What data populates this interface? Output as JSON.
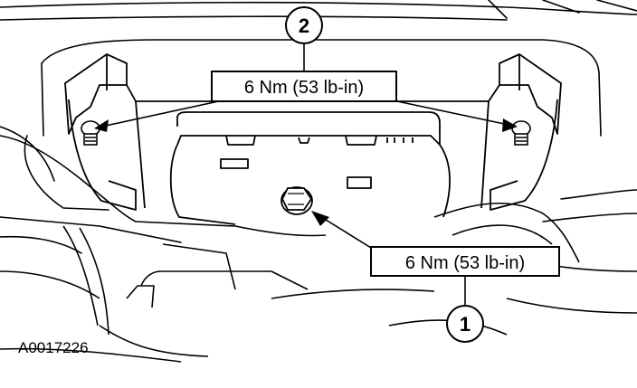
{
  "figure_id": "A0017226",
  "callouts": [
    {
      "number": "2",
      "torque_label": "6 Nm (53 lb-in)"
    },
    {
      "number": "1",
      "torque_label": "6 Nm (53 lb-in)"
    }
  ],
  "colors": {
    "line": "#000000",
    "background": "#ffffff"
  }
}
